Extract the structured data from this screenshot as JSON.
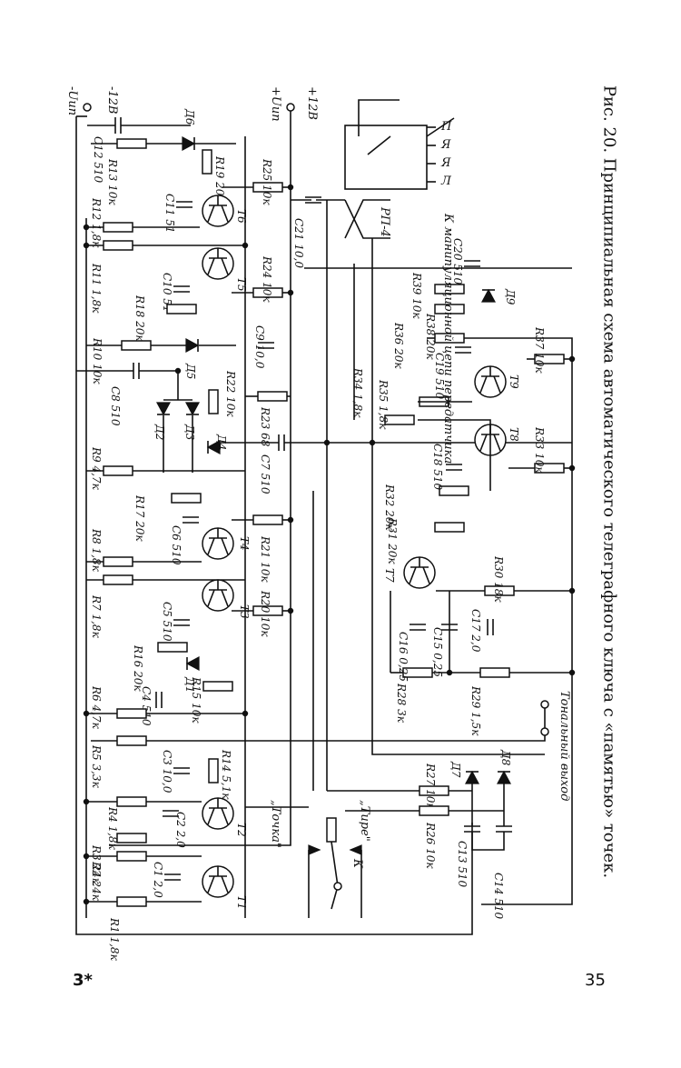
{
  "page": {
    "caption": "Рис. 20. Принципиальная схема автоматического телеграфного ключа с «памятью» точек.",
    "page_number": "35",
    "signature_mark": "3*"
  },
  "schematic": {
    "supply": {
      "neg_top": "-Uип",
      "neg_volts": "-12В",
      "pos_top": "+Uип",
      "pos_volts": "+12В"
    },
    "annotations": {
      "keying_circuit": "К манипуляционной цепи передатчика",
      "relay": "РП-4",
      "relay_contacts": [
        "П",
        "Я",
        "Я",
        "Л"
      ],
      "dots": "„Точка\"",
      "dashes": "„Тире\"",
      "key": "К",
      "tone_output": "Тональный выход"
    },
    "components": [
      {
        "ref": "R1",
        "value": "1,8к"
      },
      {
        "ref": "R2",
        "value": "24к"
      },
      {
        "ref": "R3",
        "value": "24к"
      },
      {
        "ref": "R4",
        "value": "1,8к"
      },
      {
        "ref": "R5",
        "value": "3,3к"
      },
      {
        "ref": "R6",
        "value": "4,7к"
      },
      {
        "ref": "R7",
        "value": "1,8к"
      },
      {
        "ref": "R8",
        "value": "1,8к"
      },
      {
        "ref": "R9",
        "value": "4,7к"
      },
      {
        "ref": "R10",
        "value": "10к"
      },
      {
        "ref": "R11",
        "value": "1,8к"
      },
      {
        "ref": "R12",
        "value": "1,8к"
      },
      {
        "ref": "R13",
        "value": "10к"
      },
      {
        "ref": "R14",
        "value": "5,1к"
      },
      {
        "ref": "R15",
        "value": "10к"
      },
      {
        "ref": "R16",
        "value": "20к"
      },
      {
        "ref": "R17",
        "value": "20к"
      },
      {
        "ref": "R18",
        "value": "20к"
      },
      {
        "ref": "R19",
        "value": "20к"
      },
      {
        "ref": "R20",
        "value": "10к"
      },
      {
        "ref": "R21",
        "value": "10к"
      },
      {
        "ref": "R22",
        "value": "10к"
      },
      {
        "ref": "R23",
        "value": "68"
      },
      {
        "ref": "R24",
        "value": "10к"
      },
      {
        "ref": "R25",
        "value": "10к"
      },
      {
        "ref": "R26",
        "value": "10к"
      },
      {
        "ref": "R27",
        "value": "10к"
      },
      {
        "ref": "R28",
        "value": "3к"
      },
      {
        "ref": "R29",
        "value": "1,5к"
      },
      {
        "ref": "R30",
        "value": "18к"
      },
      {
        "ref": "R31",
        "value": "20к"
      },
      {
        "ref": "R32",
        "value": "20к"
      },
      {
        "ref": "R33",
        "value": "10к"
      },
      {
        "ref": "R34",
        "value": "1,8к"
      },
      {
        "ref": "R35",
        "value": "1,8к"
      },
      {
        "ref": "R36",
        "value": "20к"
      },
      {
        "ref": "R37",
        "value": "10к"
      },
      {
        "ref": "R38",
        "value": "20к"
      },
      {
        "ref": "R39",
        "value": "10к"
      },
      {
        "ref": "C1",
        "value": "2,0"
      },
      {
        "ref": "C2",
        "value": "2,0"
      },
      {
        "ref": "C3",
        "value": "10,0"
      },
      {
        "ref": "C4",
        "value": "510"
      },
      {
        "ref": "C5",
        "value": "510"
      },
      {
        "ref": "C6",
        "value": "510"
      },
      {
        "ref": "C7",
        "value": "510"
      },
      {
        "ref": "C8",
        "value": "510"
      },
      {
        "ref": "C9",
        "value": "10,0"
      },
      {
        "ref": "C10",
        "value": "51"
      },
      {
        "ref": "C11",
        "value": "51"
      },
      {
        "ref": "C12",
        "value": "510"
      },
      {
        "ref": "C13",
        "value": "510"
      },
      {
        "ref": "C14",
        "value": "510"
      },
      {
        "ref": "C15",
        "value": "0,25"
      },
      {
        "ref": "C16",
        "value": "0,25"
      },
      {
        "ref": "C17",
        "value": "2,0"
      },
      {
        "ref": "C18",
        "value": "510"
      },
      {
        "ref": "C19",
        "value": "510"
      },
      {
        "ref": "C20",
        "value": "510"
      },
      {
        "ref": "C21",
        "value": "10,0"
      },
      {
        "ref": "Д1",
        "value": ""
      },
      {
        "ref": "Д2",
        "value": ""
      },
      {
        "ref": "Д3",
        "value": ""
      },
      {
        "ref": "Д4",
        "value": ""
      },
      {
        "ref": "Д5",
        "value": ""
      },
      {
        "ref": "Д6",
        "value": ""
      },
      {
        "ref": "Д7",
        "value": ""
      },
      {
        "ref": "Д8",
        "value": ""
      },
      {
        "ref": "Д9",
        "value": ""
      },
      {
        "ref": "Т1",
        "value": ""
      },
      {
        "ref": "Т2",
        "value": ""
      },
      {
        "ref": "Т3",
        "value": ""
      },
      {
        "ref": "Т4",
        "value": ""
      },
      {
        "ref": "Т5",
        "value": ""
      },
      {
        "ref": "Т6",
        "value": ""
      },
      {
        "ref": "Т7",
        "value": ""
      },
      {
        "ref": "Т8",
        "value": ""
      },
      {
        "ref": "Т9",
        "value": ""
      }
    ]
  }
}
